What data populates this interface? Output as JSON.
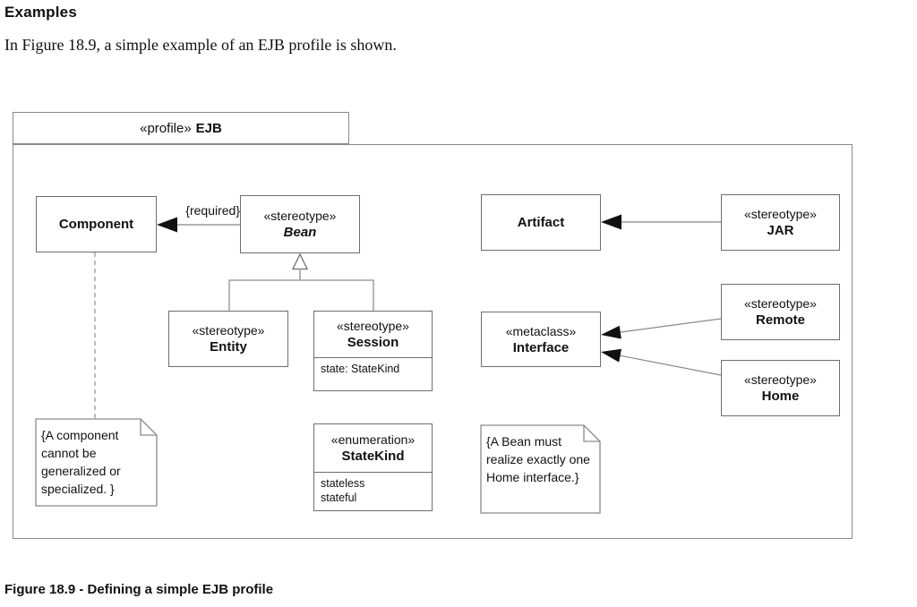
{
  "page": {
    "heading": "Examples",
    "intro": "In Figure 18.9, a simple example of an EJB profile is shown.",
    "caption": "Figure 18.9 - Defining a simple EJB profile"
  },
  "diagram": {
    "package": {
      "tab_keyword": "«profile»",
      "tab_name": "EJB"
    },
    "classes": {
      "component": {
        "name": "Component"
      },
      "bean": {
        "keyword": "«stereotype»",
        "name": "Bean"
      },
      "artifact": {
        "name": "Artifact"
      },
      "jar": {
        "keyword": "«stereotype»",
        "name": "JAR"
      },
      "entity": {
        "keyword": "«stereotype»",
        "name": "Entity"
      },
      "session": {
        "keyword": "«stereotype»",
        "name": "Session",
        "attribute": "state: StateKind"
      },
      "interface": {
        "keyword": "«metaclass»",
        "name": "Interface"
      },
      "remote": {
        "keyword": "«stereotype»",
        "name": "Remote"
      },
      "home": {
        "keyword": "«stereotype»",
        "name": "Home"
      },
      "statekind": {
        "keyword": "«enumeration»",
        "name": "StateKind",
        "literals": [
          "stateless",
          "stateful"
        ]
      }
    },
    "labels": {
      "required": "{required}"
    },
    "notes": {
      "component_note": "{A component cannot be generalized or specialized. }",
      "bean_note": "{A Bean must realize exactly one  Home interface.}"
    },
    "colors": {
      "box_border": "#6e6e6e",
      "package_border": "#8a8a8a",
      "connector_gray": "#a8a8a8",
      "arrowhead_black": "#111111"
    }
  }
}
